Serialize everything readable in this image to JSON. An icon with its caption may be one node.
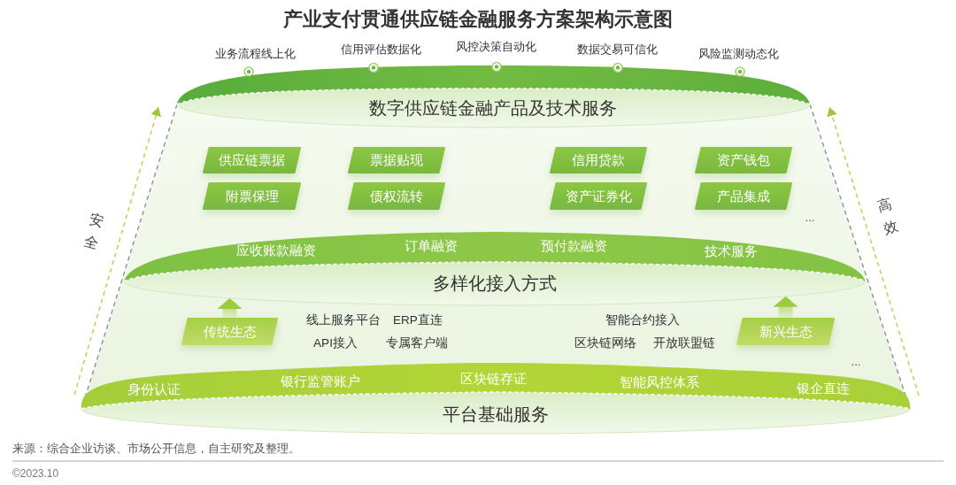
{
  "diagram": {
    "title": "产业支付贯通供应链金融服务方案架构示意图",
    "nodes": [
      {
        "text": [
          "数字供应链金融产品及技术服务"
        ],
        "beside": [
          "业务流程线上化",
          "信用评估数据化",
          "风控决策自动化",
          "数据交易可信化",
          "风险监测动态化"
        ]
      },
      {
        "text": [
          "供应链票据"
        ]
      },
      {
        "text": [
          "票据贴现"
        ]
      },
      {
        "text": [
          "信用贷款"
        ]
      },
      {
        "text": [
          "资产钱包"
        ]
      },
      {
        "text": [
          "附票保理"
        ]
      },
      {
        "text": [
          "债权流转"
        ]
      },
      {
        "text": [
          "资产证券化"
        ]
      },
      {
        "text": [
          "产品集成"
        ]
      },
      {
        "text": [
          "应收账款融资",
          "订单融资",
          "预付款融资",
          "技术服务",
          "多样化接入方式"
        ]
      },
      {
        "text": [
          "传统生态"
        ]
      },
      {
        "text": [
          "新兴生态"
        ]
      },
      {
        "text": [
          "身份认证",
          "银行监管账户",
          "区块链存证",
          "智能风控体系",
          "银企直连",
          "平台基础服务"
        ]
      }
    ],
    "edges": [
      {
        "from": 10,
        "to": 9,
        "arrow": "to"
      },
      {
        "from": 11,
        "to": 9,
        "arrow": "to"
      }
    ],
    "labels": [
      "安全",
      "...",
      "高效",
      "线上服务平台",
      "ERP直连",
      "智能合约接入",
      "API接入",
      "专属客户端",
      "区块链网络",
      "开放联盟链",
      "...",
      "来源：综合企业访谈、市场公开信息，自主研究及整理。",
      "©2023.10"
    ]
  }
}
